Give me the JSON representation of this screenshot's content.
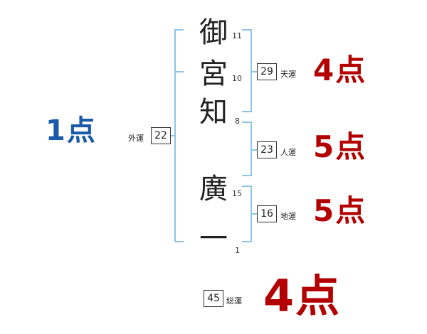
{
  "name_chars": [
    {
      "char": "御",
      "strokes": "11"
    },
    {
      "char": "宮",
      "strokes": "10"
    },
    {
      "char": "知",
      "strokes": "8"
    },
    {
      "char": "廣",
      "strokes": "15"
    },
    {
      "char": "一",
      "strokes": "1"
    }
  ],
  "gaiun": {
    "label": "外運",
    "value": "22",
    "score": "1点"
  },
  "tenun": {
    "label": "天運",
    "value": "29",
    "score": "4点"
  },
  "jinun": {
    "label": "人運",
    "value": "23",
    "score": "5点"
  },
  "chiun": {
    "label": "地運",
    "value": "16",
    "score": "5点"
  },
  "souun": {
    "label": "総運",
    "value": "45",
    "score": "4点"
  },
  "colors": {
    "bracket": "#8ec5e6",
    "score_red": "#b30000",
    "score_blue": "#1a5aa8"
  }
}
